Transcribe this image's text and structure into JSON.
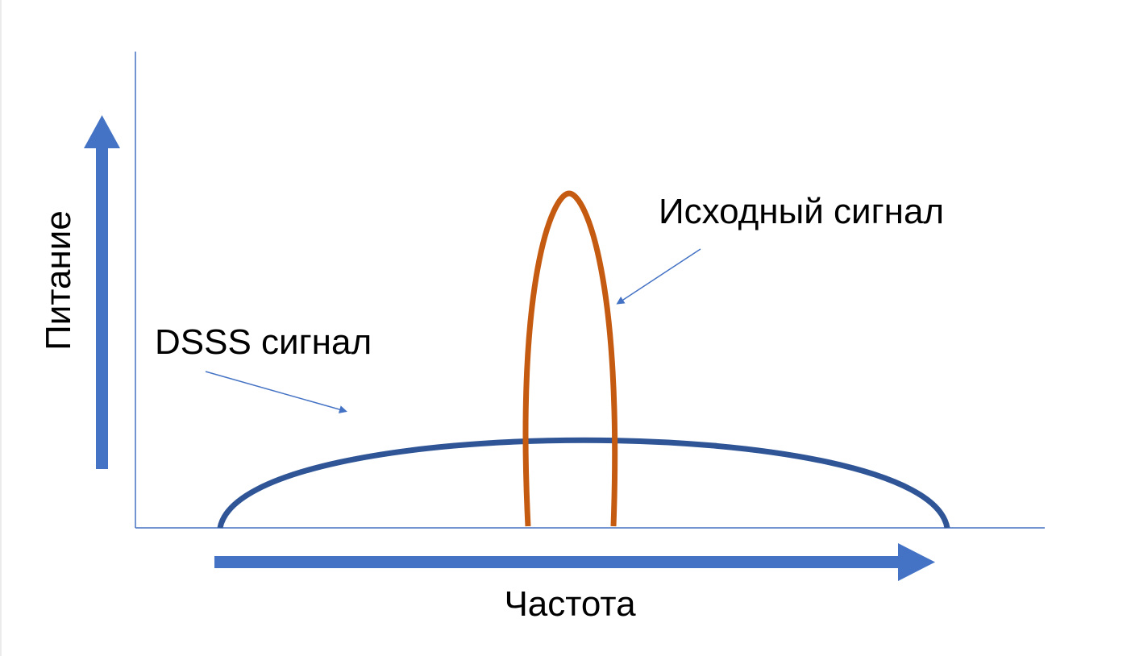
{
  "labels": {
    "y_axis": "Питание",
    "x_axis": "Частота",
    "dsss_signal": "DSSS сигнал",
    "original_signal": "Исходный сигнал"
  },
  "colors": {
    "axis_line": "#4472C4",
    "arrow": "#4472C4",
    "dsss_curve": "#2F5597",
    "original_curve": "#C55A11",
    "pointer": "#4472C4",
    "text": "#000000"
  }
}
